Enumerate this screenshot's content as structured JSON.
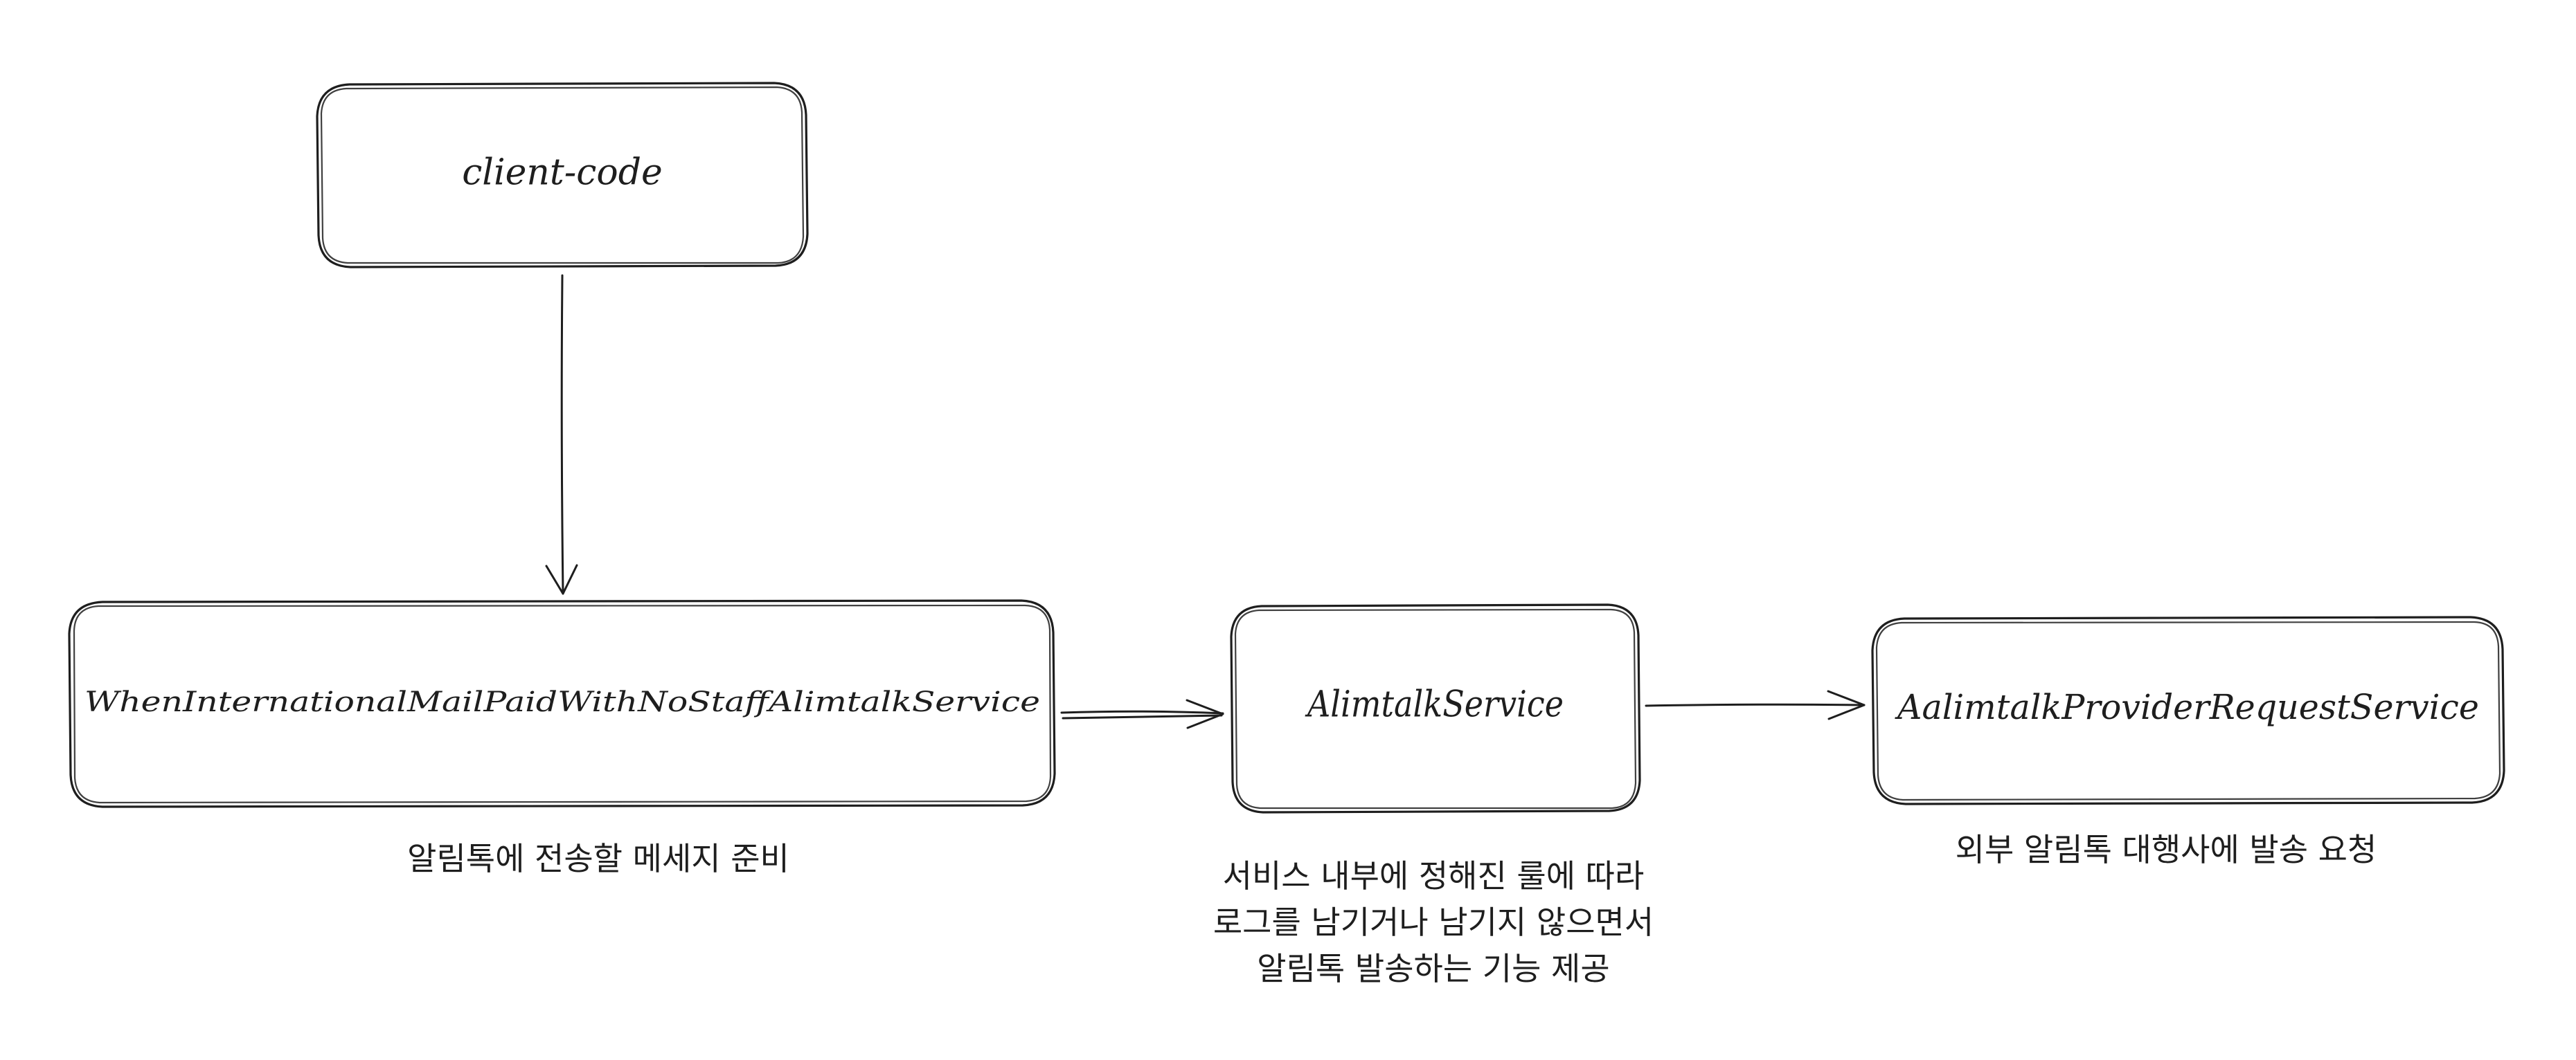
{
  "nodes": {
    "client_code": {
      "label": "client-code"
    },
    "when_service": {
      "label": "WhenInternationalMailPaidWithNoStaffAlimtalkService"
    },
    "alimtalk_service": {
      "label": "AlimtalkService"
    },
    "provider_service": {
      "label": "AalimtalkProviderRequestService"
    }
  },
  "captions": {
    "when_service": [
      "알림톡에 전송할 메세지 준비"
    ],
    "alimtalk_service": [
      "서비스 내부에 정해진 룰에 따라",
      "로그를 남기거나 남기지 않으면서",
      "알림톡 발송하는 기능 제공"
    ],
    "provider_service": [
      "외부 알림톡 대행사에 발송 요청"
    ]
  },
  "edges": [
    {
      "from": "client-code",
      "to": "WhenInternationalMailPaidWithNoStaffAlimtalkService"
    },
    {
      "from": "WhenInternationalMailPaidWithNoStaffAlimtalkService",
      "to": "AlimtalkService"
    },
    {
      "from": "AlimtalkService",
      "to": "AalimtalkProviderRequestService"
    }
  ],
  "colors": {
    "stroke": "#1e1e1e",
    "background": "#ffffff"
  }
}
